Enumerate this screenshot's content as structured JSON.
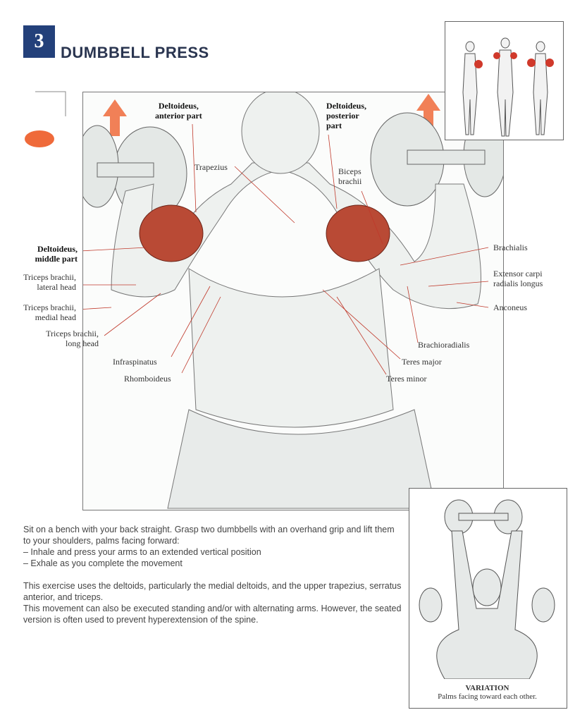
{
  "header": {
    "number": "3",
    "title": "DUMBBELL PRESS"
  },
  "colors": {
    "accent_blue": "#23407a",
    "orange_marker": "#ef6a3a",
    "muscle_red": "#c0392b"
  },
  "labels": {
    "delt_anterior": [
      "Deltoideus,",
      "anterior part"
    ],
    "delt_posterior": [
      "Deltoideus,",
      "posterior",
      "part"
    ],
    "trapezius": "Trapezius",
    "biceps": [
      "Biceps",
      "brachii"
    ],
    "delt_middle": [
      "Deltoideus,",
      "middle part"
    ],
    "triceps_lateral": [
      "Triceps brachii,",
      "lateral head"
    ],
    "triceps_medial": [
      "Triceps brachii,",
      "medial head"
    ],
    "triceps_long": [
      "Triceps brachii,",
      "long head"
    ],
    "infraspinatus": "Infraspinatus",
    "rhomboideus": "Rhomboideus",
    "brachialis": "Brachialis",
    "extensor": [
      "Extensor carpi",
      "radialis longus"
    ],
    "anconeus": "Anconeus",
    "brachioradialis": "Brachioradialis",
    "teres_major": "Teres major",
    "teres_minor": "Teres minor"
  },
  "description": {
    "p1": "Sit on a bench with your back straight. Grasp two dumbbells with an overhand grip and lift them to your shoulders, palms facing forward:",
    "step1": "– Inhale and press your arms to an extended vertical position",
    "step2": "– Exhale as you complete the movement",
    "p2": "This exercise uses the deltoids, particularly the medial deltoids, and the upper trapezius, serratus anterior, and triceps.",
    "p3": "This movement can also be executed standing and/or with alternating arms. However, the seated version is often used to prevent hyperextension of the spine."
  },
  "variation": {
    "title": "VARIATION",
    "caption": "Palms facing toward each other."
  }
}
